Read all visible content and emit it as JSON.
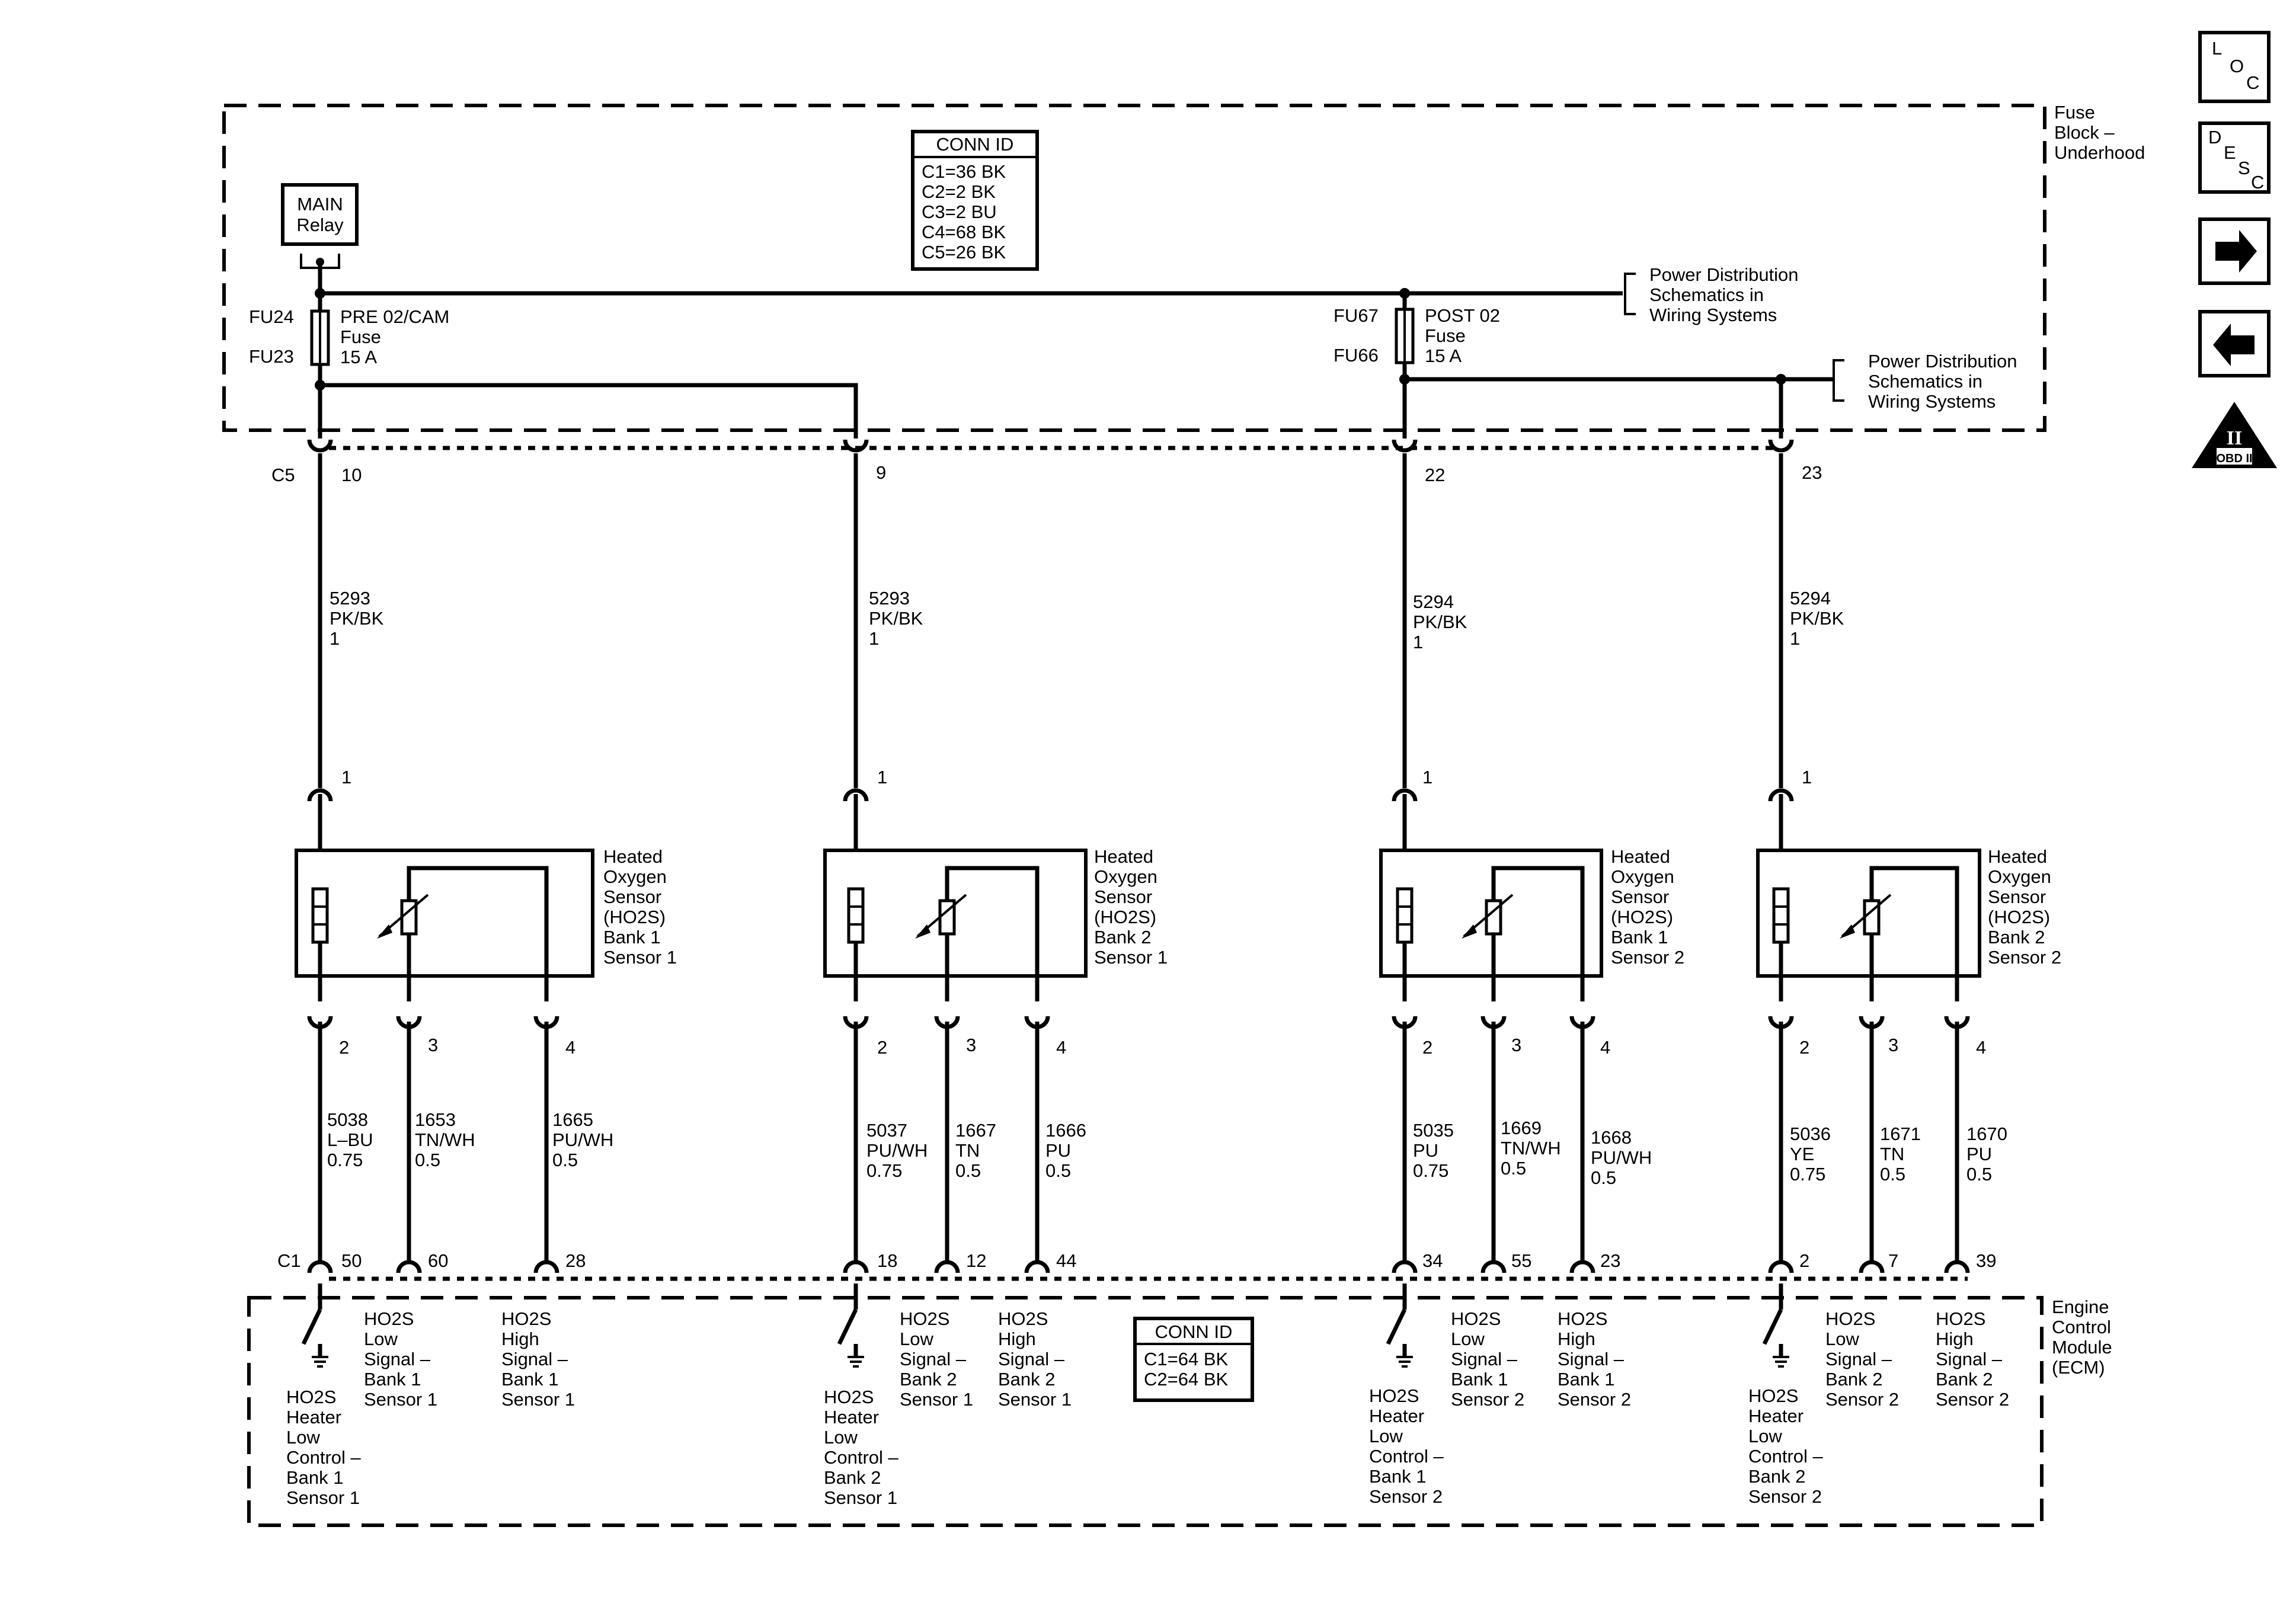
{
  "fuse_block": {
    "label": [
      "Fuse",
      "Block –",
      "Underhood"
    ],
    "conn_id": {
      "title": "CONN ID",
      "rows": [
        "C1=36 BK",
        "C2=2 BK",
        "C3=2 BU",
        "C4=68 BK",
        "C5=26 BK"
      ]
    },
    "relay": [
      "MAIN",
      "Relay"
    ],
    "fuse1": {
      "top": "FU24",
      "bottom": "FU23",
      "lines": [
        "PRE 02/CAM",
        "Fuse",
        "15 A"
      ]
    },
    "fuse2": {
      "top": "FU67",
      "bottom": "FU66",
      "lines": [
        "POST 02",
        "Fuse",
        "15 A"
      ]
    },
    "power_ref1": [
      "Power Distribution",
      "Schematics in",
      "Wiring Systems"
    ],
    "power_ref2": [
      "Power Distribution",
      "Schematics in",
      "Wiring Systems"
    ],
    "connector": "C5",
    "pins": [
      "10",
      "9",
      "22",
      "23"
    ]
  },
  "feed_wires": [
    [
      "5293",
      "PK/BK",
      "1"
    ],
    [
      "5293",
      "PK/BK",
      "1"
    ],
    [
      "5294",
      "PK/BK",
      "1"
    ],
    [
      "5294",
      "PK/BK",
      "1"
    ]
  ],
  "sensors": [
    {
      "pin_top": "1",
      "label": [
        "Heated",
        "Oxygen",
        "Sensor",
        "(HO2S)",
        "Bank 1",
        "Sensor 1"
      ],
      "pins": [
        "2",
        "3",
        "4"
      ],
      "wires": [
        [
          "5038",
          "L–BU",
          "0.75"
        ],
        [
          "1653",
          "TN/WH",
          "0.5"
        ],
        [
          "1665",
          "PU/WH",
          "0.5"
        ]
      ],
      "ecm_pins": [
        "50",
        "60",
        "28"
      ],
      "ecm_labels": [
        [
          "HO2S",
          "Heater",
          "Low",
          "Control –",
          "Bank 1",
          "Sensor 1"
        ],
        [
          "HO2S",
          "Low",
          "Signal –",
          "Bank 1",
          "Sensor 1"
        ],
        [
          "HO2S",
          "High",
          "Signal –",
          "Bank 1",
          "Sensor 1"
        ]
      ]
    },
    {
      "pin_top": "1",
      "label": [
        "Heated",
        "Oxygen",
        "Sensor",
        "(HO2S)",
        "Bank 2",
        "Sensor 1"
      ],
      "pins": [
        "2",
        "3",
        "4"
      ],
      "wires": [
        [
          "5037",
          "PU/WH",
          "0.75"
        ],
        [
          "1667",
          "TN",
          "0.5"
        ],
        [
          "1666",
          "PU",
          "0.5"
        ]
      ],
      "ecm_pins": [
        "18",
        "12",
        "44"
      ],
      "ecm_labels": [
        [
          "HO2S",
          "Heater",
          "Low",
          "Control –",
          "Bank 2",
          "Sensor 1"
        ],
        [
          "HO2S",
          "Low",
          "Signal –",
          "Bank 2",
          "Sensor 1"
        ],
        [
          "HO2S",
          "High",
          "Signal –",
          "Bank 2",
          "Sensor 1"
        ]
      ]
    },
    {
      "pin_top": "1",
      "label": [
        "Heated",
        "Oxygen",
        "Sensor",
        "(HO2S)",
        "Bank 1",
        "Sensor 2"
      ],
      "pins": [
        "2",
        "3",
        "4"
      ],
      "wires": [
        [
          "5035",
          "PU",
          "0.75"
        ],
        [
          "1669",
          "TN/WH",
          "0.5"
        ],
        [
          "1668",
          "PU/WH",
          "0.5"
        ]
      ],
      "ecm_pins": [
        "34",
        "55",
        "23"
      ],
      "ecm_labels": [
        [
          "HO2S",
          "Heater",
          "Low",
          "Control –",
          "Bank 1",
          "Sensor 2"
        ],
        [
          "HO2S",
          "Low",
          "Signal –",
          "Bank 1",
          "Sensor 2"
        ],
        [
          "HO2S",
          "High",
          "Signal –",
          "Bank 1",
          "Sensor 2"
        ]
      ]
    },
    {
      "pin_top": "1",
      "label": [
        "Heated",
        "Oxygen",
        "Sensor",
        "(HO2S)",
        "Bank 2",
        "Sensor 2"
      ],
      "pins": [
        "2",
        "3",
        "4"
      ],
      "wires": [
        [
          "5036",
          "YE",
          "0.75"
        ],
        [
          "1671",
          "TN",
          "0.5"
        ],
        [
          "1670",
          "PU",
          "0.5"
        ]
      ],
      "ecm_pins": [
        "2",
        "7",
        "39"
      ],
      "ecm_labels": [
        [
          "HO2S",
          "Heater",
          "Low",
          "Control –",
          "Bank 2",
          "Sensor 2"
        ],
        [
          "HO2S",
          "Low",
          "Signal –",
          "Bank 2",
          "Sensor 2"
        ],
        [
          "HO2S",
          "High",
          "Signal –",
          "Bank 2",
          "Sensor 2"
        ]
      ]
    }
  ],
  "ecm": {
    "label": [
      "Engine",
      "Control",
      "Module",
      "(ECM)"
    ],
    "connector": "C1",
    "conn_id": {
      "title": "CONN ID",
      "rows": [
        "C1=64 BK",
        "C2=64 BK"
      ]
    }
  },
  "nav": {
    "loc": [
      "L",
      "O",
      "C"
    ],
    "desc": [
      "D",
      "E",
      "S",
      "C"
    ],
    "next_icon": "arrow-right-icon",
    "prev_icon": "arrow-left-icon",
    "obd_roman": "II",
    "obd_text": "OBD II"
  }
}
